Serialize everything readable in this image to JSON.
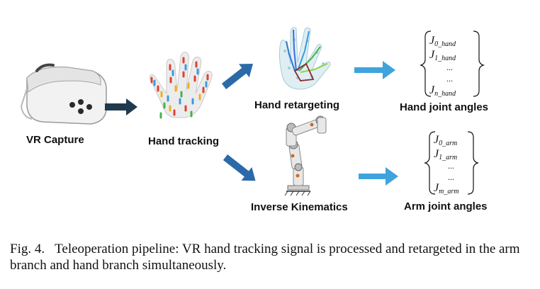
{
  "diagram": {
    "labels": {
      "vr_capture": "VR Capture",
      "hand_tracking": "Hand tracking",
      "hand_retargeting": "Hand retargeting",
      "hand_joint_angles": "Hand joint angles",
      "inverse_kinematics": "Inverse Kinematics",
      "arm_joint_angles": "Arm joint angles"
    },
    "hand_vector": {
      "entries": [
        "J",
        "J",
        "...",
        "...",
        "J"
      ],
      "subscripts": [
        "0_hand",
        "1_hand",
        "",
        "",
        "n_hand"
      ]
    },
    "arm_vector": {
      "entries": [
        "J",
        "J",
        "...",
        "...",
        "J"
      ],
      "subscripts": [
        "0_arm",
        "1_arm",
        "",
        "",
        "m_arm"
      ]
    },
    "colors": {
      "arrow_dark": "#1f3a4f",
      "arrow_blue": "#2b6aa8",
      "arrow_light": "#3fa4dc"
    }
  },
  "caption": {
    "fig_number": "Fig. 4.",
    "text": "Teleoperation pipeline: VR hand tracking signal is processed and retargeted in the arm branch and hand branch simultaneously."
  }
}
